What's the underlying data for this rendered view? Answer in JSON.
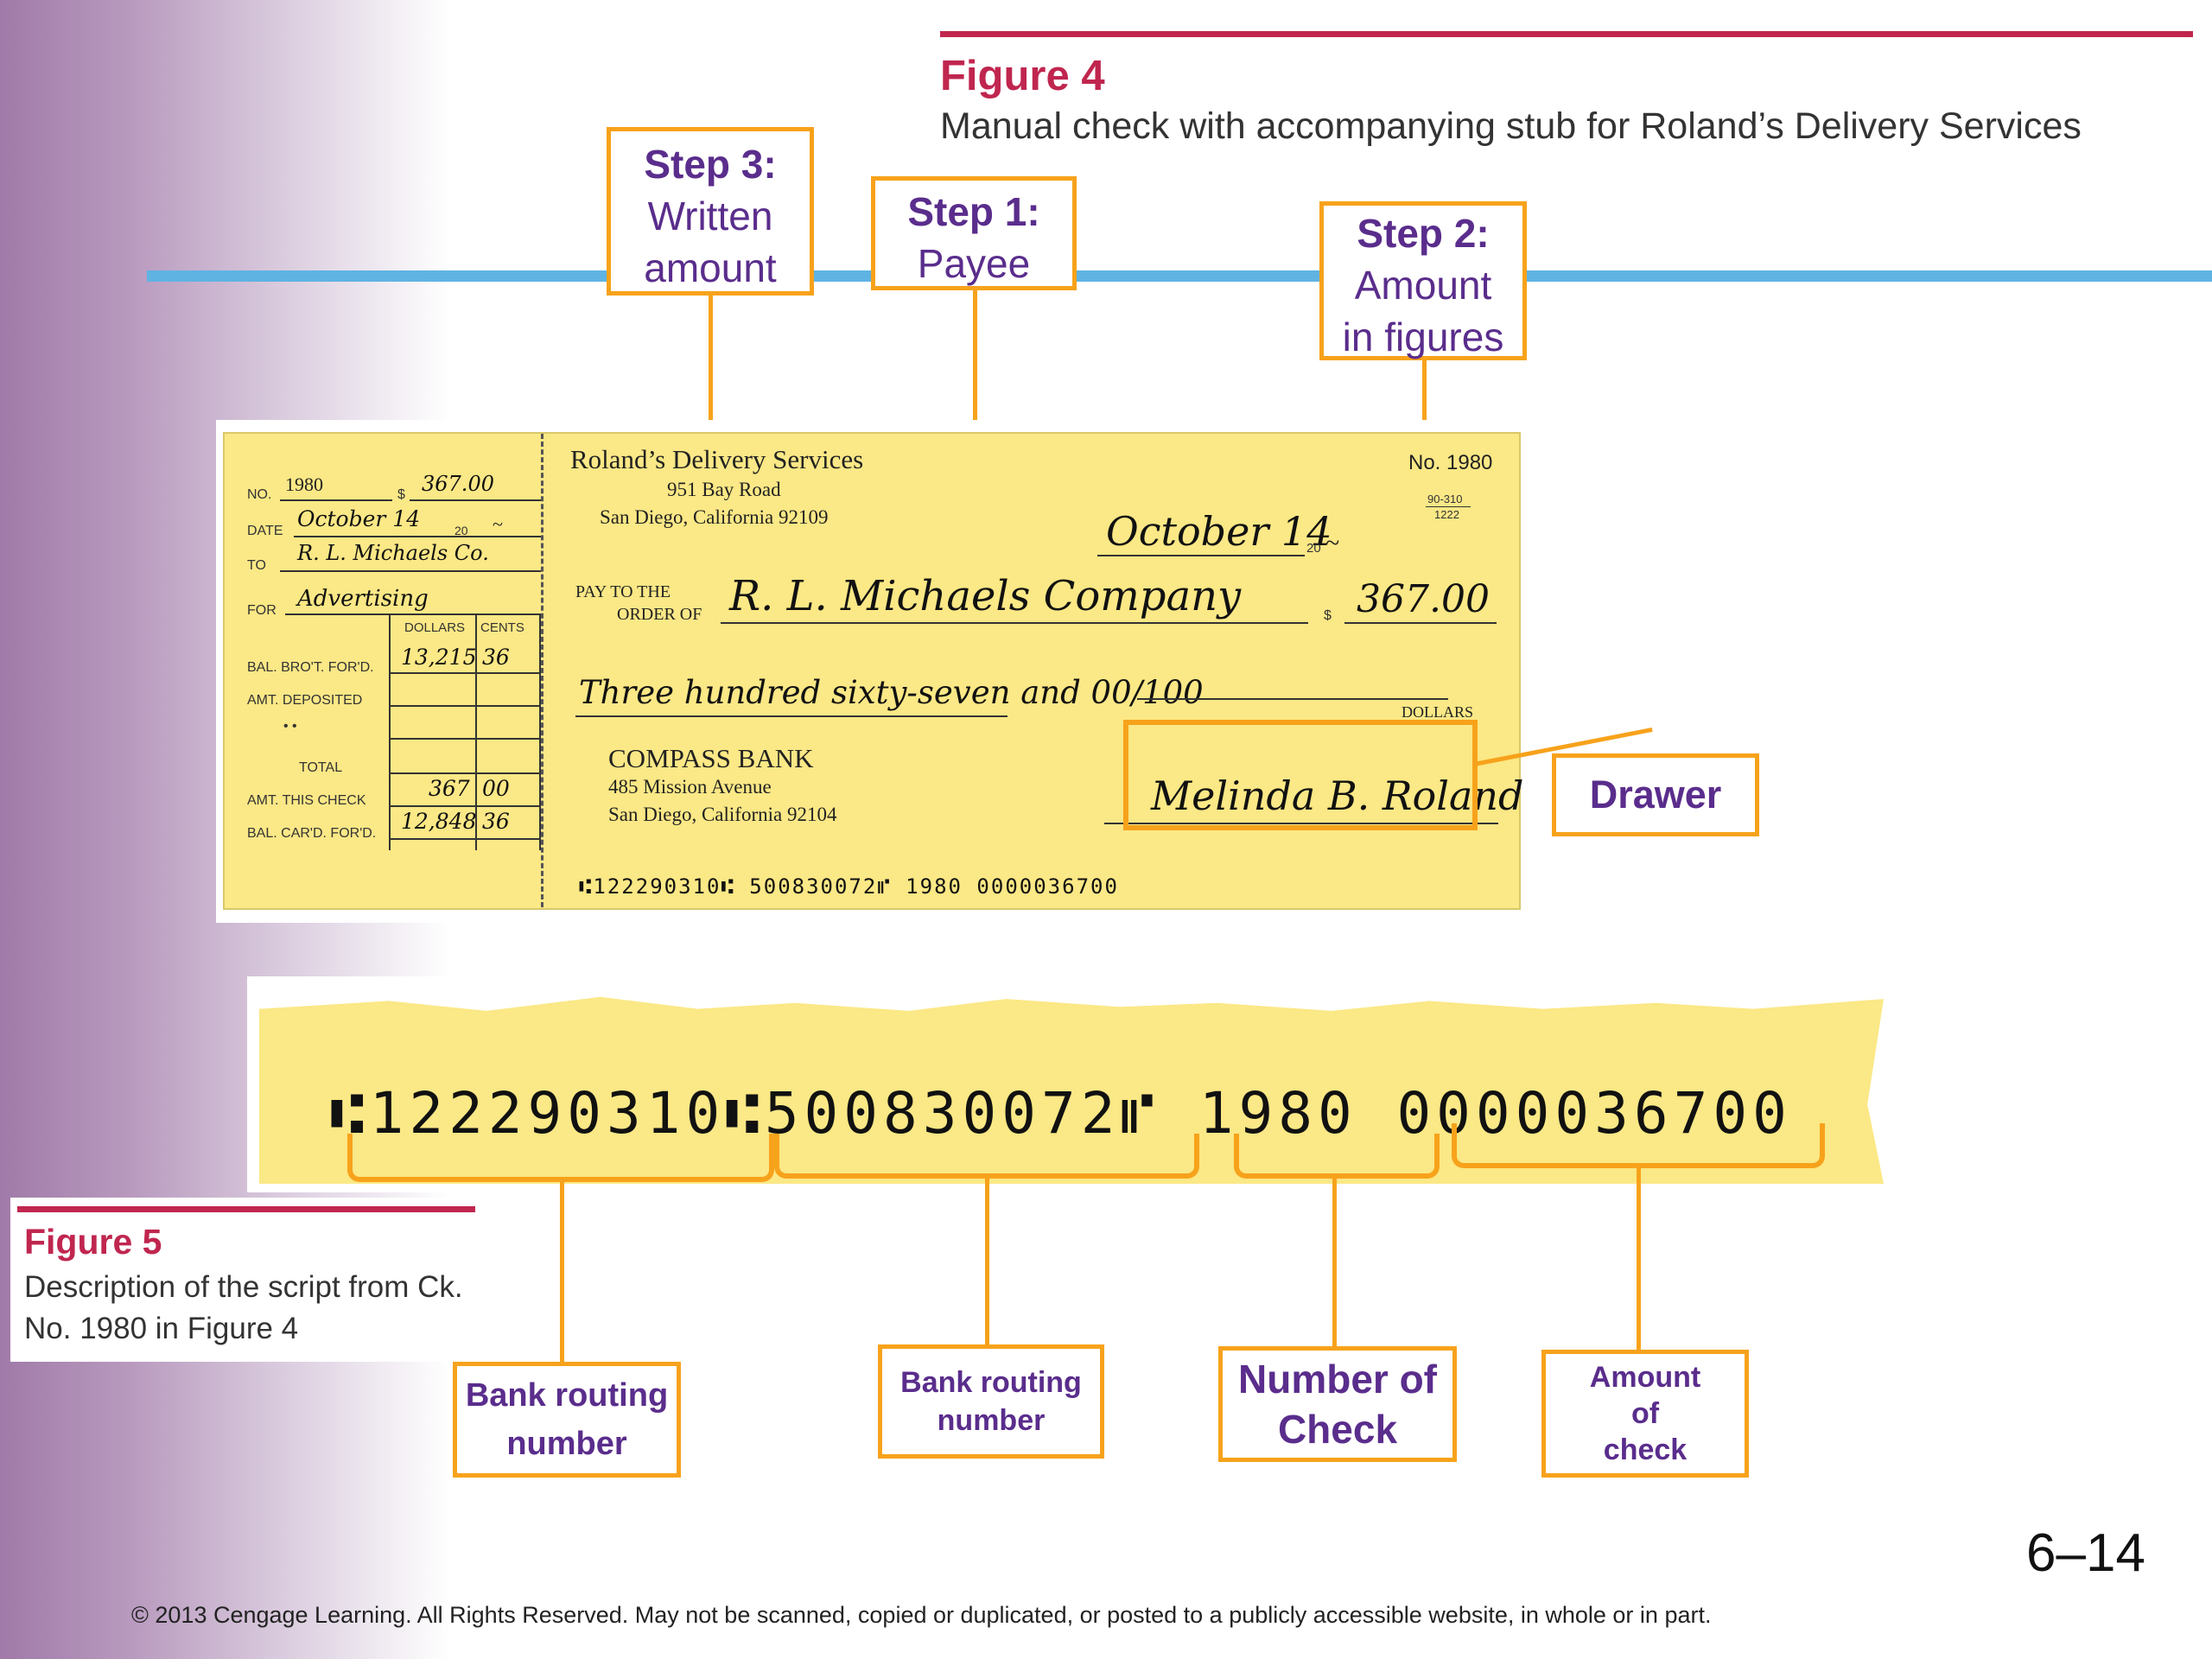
{
  "figure4": {
    "title": "Figure 4",
    "caption": "Manual check with accompanying stub for Roland’s Delivery Services"
  },
  "steps": {
    "step3": {
      "title": "Step 3:",
      "line1": "Written",
      "line2": "amount"
    },
    "step1": {
      "title": "Step 1:",
      "line1": "Payee"
    },
    "step2": {
      "title": "Step 2:",
      "line1": "Amount",
      "line2": "in figures"
    }
  },
  "stub": {
    "no_label": "NO.",
    "no_value": "1980",
    "amount_prefix": "$",
    "amount_value": "367.00",
    "date_label": "DATE",
    "date_value": "October 14",
    "date_20": "20",
    "date_tilde": "~",
    "to_label": "TO",
    "to_value": "R. L. Michaels Co.",
    "for_label": "FOR",
    "for_value": "Advertising",
    "dollars_header": "DOLLARS",
    "cents_header": "CENTS",
    "bal_brot_label": "BAL. BRO'T. FOR'D.",
    "bal_brot_dollars": "13,215",
    "bal_brot_cents": "36",
    "amt_deposited_label": "AMT. DEPOSITED",
    "dots": "•  •",
    "total_label": "TOTAL",
    "amt_check_label": "AMT. THIS CHECK",
    "amt_check_dollars": "367",
    "amt_check_cents": "00",
    "bal_card_label": "BAL. CAR'D. FOR'D.",
    "bal_card_dollars": "12,848",
    "bal_card_cents": "36"
  },
  "check": {
    "company": "Roland’s Delivery Services",
    "address1": "951 Bay Road",
    "address2": "San Diego, California 92109",
    "number": "No. 1980",
    "routing_fraction_top": "90-310",
    "routing_fraction_bottom": "1222",
    "date_value": "October 14",
    "date_20": "20",
    "date_tilde": "~",
    "pay_to_line1": "PAY TO THE",
    "pay_to_line2": "ORDER OF",
    "payee": "R. L. Michaels Company",
    "dollar_sign": "$",
    "amount_figures": "367.00",
    "written_amount": "Three hundred sixty-seven and 00/100",
    "dollars_label": "DOLLARS",
    "bank_name": "COMPASS BANK",
    "bank_address1": "485 Mission Avenue",
    "bank_address2": "San Diego, California 92104",
    "signature": "Melinda B. Roland",
    "micr_line": "⑆122290310⑆ 500830072⑈   1980  0000036700"
  },
  "drawer_label": "Drawer",
  "micr_strip": {
    "text": "⑆122290310⑆500830072⑈  1980 0000036700"
  },
  "figure5": {
    "title": "Figure 5",
    "caption": "Description of the script from Ck. No. 1980 in Figure 4"
  },
  "labels": {
    "bank_routing_1": {
      "line1": "Bank routing",
      "line2": "number"
    },
    "bank_routing_2": {
      "line1": "Bank routing",
      "line2": "number"
    },
    "check_number": {
      "line1": "Number of",
      "line2": "Check"
    },
    "check_amount": {
      "line1": "Amount",
      "line2": "of",
      "line3": "check"
    }
  },
  "page_number": "6–14",
  "copyright": "© 2013 Cengage Learning. All Rights Reserved. May not be scanned, copied or duplicated, or posted to a publicly accessible website, in whole or in part.",
  "colors": {
    "accent_red": "#c0264f",
    "callout_orange": "#f7a21b",
    "label_purple": "#5a2d8c",
    "check_yellow": "#fbe886",
    "blue_line": "#5fb3e3"
  }
}
